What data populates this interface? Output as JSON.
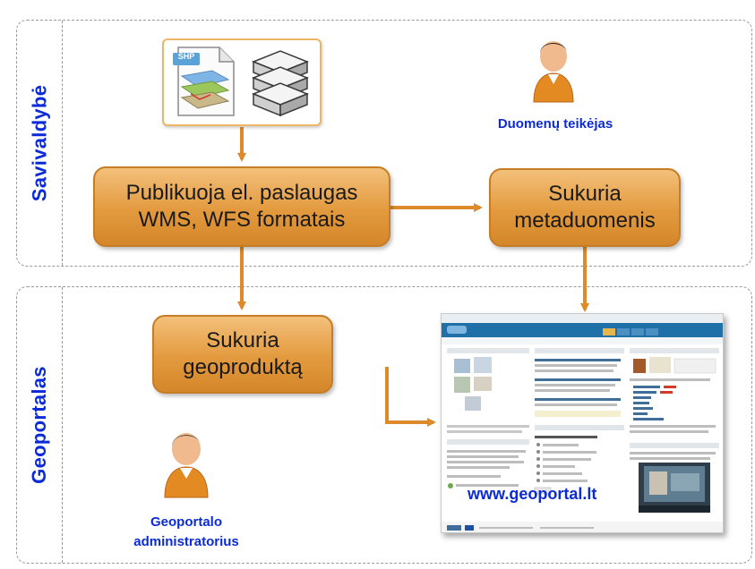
{
  "lanes": {
    "top_label": "Savivaldybė",
    "bottom_label": "Geoportalas"
  },
  "data_box": {
    "file_badge": "SHP"
  },
  "actors": {
    "data_provider": "Duomenų teikėjas",
    "admin_line1": "Geoportalo",
    "admin_line2": "administratorius"
  },
  "processes": {
    "publish_line1": "Publikuoja el. paslaugas",
    "publish_line2": "WMS, WFS formatais",
    "metadata_line1": "Sukuria",
    "metadata_line2": "metaduomenis",
    "geoproduct_line1": "Sukuria",
    "geoproduct_line2": "geoproduktą"
  },
  "website": {
    "url": "www.geoportal.lt"
  },
  "colors": {
    "label_blue": "#0b2ad8",
    "process_orange": "#e39a3e",
    "arrow_orange": "#dc8a2a"
  }
}
